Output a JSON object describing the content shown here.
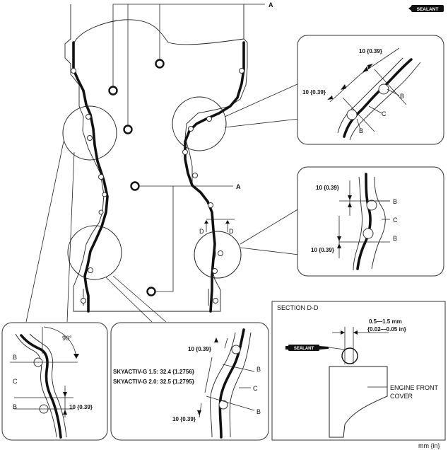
{
  "labels": {
    "a_top": "A",
    "a_mid": "A",
    "b": "B",
    "c": "C",
    "d": "D",
    "dim_10": "10 {0.39}",
    "angle_90": "90°",
    "sealant_badge": "SEALANT",
    "section_title": "SECTION D-D",
    "section_dim_line1": "0.5—1.5 mm",
    "section_dim_line2": "{0.02—0.05 in}",
    "engine_front_cover_line1": "ENGINE FRONT",
    "engine_front_cover_line2": "COVER",
    "skyactiv_15": "SKYACTIV-G 1.5: 32.4 {1.2756}",
    "skyactiv_20": "SKYACTIV-G 2.0: 32.5 {1.2795}",
    "units": "mm {in}"
  },
  "colors": {
    "line": "#111111",
    "panel_stroke": "#333333",
    "badge_bg": "#111111"
  }
}
